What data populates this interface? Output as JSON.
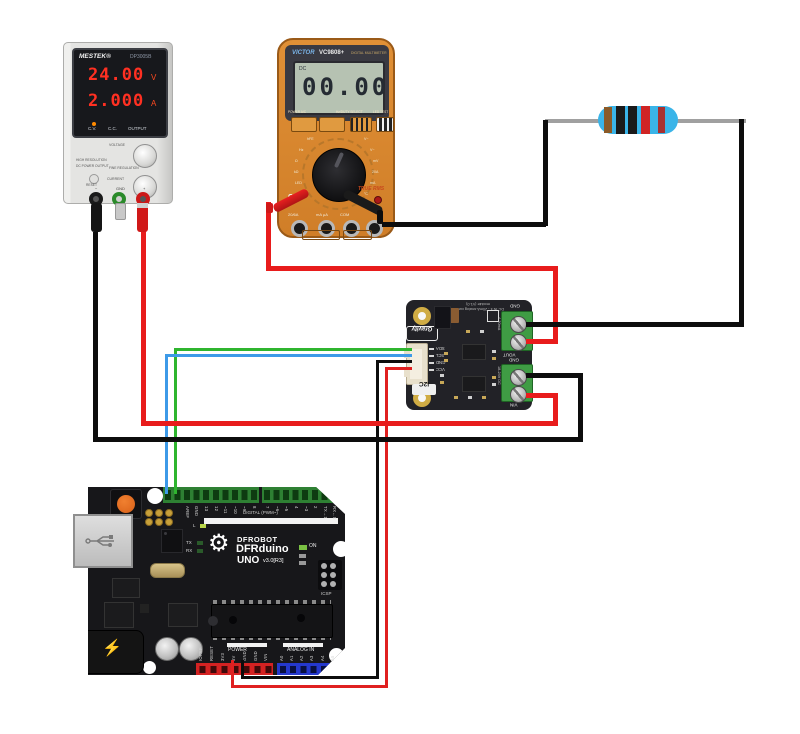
{
  "psu": {
    "brand": "MESTEK®",
    "model": "DP3005B",
    "voltage": "24.00",
    "voltage_unit": "V",
    "current": "2.000",
    "current_unit": "A",
    "cv": "C.V.",
    "cc": "C.C.",
    "output": "OUTPUT",
    "voltage_label": "VOLTAGE",
    "high_res": "HIGH RESOLUTION",
    "dc_out": "DC POWER OUTPUT",
    "fine_reg": "FINE REGULATION",
    "current_label": "CURRENT",
    "reset": "RESET",
    "term_neg": "−",
    "term_gnd": "GND",
    "term_pos": "+"
  },
  "multimeter": {
    "brand": "VICTOR",
    "model": "VC9808+",
    "type": "DIGITAL MULTIMETER",
    "lcd": "00.00",
    "lcd_mode": "DC",
    "btn_captions": [
      "POWER A/C",
      "Hz/DUTY SELECT",
      "LED TEST"
    ],
    "ce": "CE",
    "true_rms": "TRUE RMS",
    "jacks": [
      "20/6A",
      "mA μA",
      "COM"
    ],
    "dial": [
      "hFE",
      "Hz",
      "Ω",
      "kΩ",
      "LED",
      "μA",
      "V~",
      "V−",
      "mV",
      "20A",
      "mA",
      "°C"
    ]
  },
  "sensor": {
    "heading1": "DC IN 4 - 20mA analog current",
    "heading2": "module (V1.0)",
    "brand": "Gravity",
    "iface": "I2C",
    "pins": [
      "SDA",
      "SCL",
      "GND",
      "VCC"
    ],
    "upper": {
      "gnd": "GND",
      "vout": "VOUT",
      "range": "4-20mA"
    },
    "lower": {
      "gnd": "GND",
      "vin": "VIN",
      "range": "18-24V DC"
    }
  },
  "arduino": {
    "brand": "DFROBOT",
    "product": "DFRduino",
    "series": "UNO",
    "version": "v3.0[R3]",
    "digital_caption": "DIGITAL (PWM~)",
    "power_caption": "POWER",
    "analog_caption": "ANALOG IN",
    "icsp": "ICSP",
    "on": "ON",
    "led_l": "L",
    "led_tx": "TX",
    "led_rx": "RX",
    "digital_left": [
      "",
      "",
      "AREF",
      "GND",
      "13",
      "12",
      "~11",
      "~10",
      "~9",
      "8"
    ],
    "digital_right": [
      "7",
      "~6",
      "~5",
      "4",
      "~3",
      "2",
      "TX→1",
      "RX←0"
    ],
    "power_pins": [
      "IOREF",
      "RESET",
      "3V3",
      "5V",
      "GND",
      "GND",
      "VIN"
    ],
    "analog_pins": [
      "A0",
      "A1",
      "A2",
      "A3",
      "A4",
      "A5"
    ]
  },
  "colors": {
    "wire_red": "#e81c1c",
    "wire_black": "#0d0d0d",
    "wire_green": "#2fb52f",
    "wire_blue": "#3d9ae8",
    "resistor_body": "#3ab4e8",
    "resistor_bands": [
      "#8a5a28",
      "#1a1a1a",
      "#1a1a1a",
      "#d02525",
      "#a83030"
    ],
    "psu_display_red": "#ff3022",
    "multimeter_orange": "#dd8c33",
    "arduino_header_green": "#2e8033",
    "power_header_red": "#d42222",
    "analog_header_blue": "#2438cc",
    "terminal_green": "#3f9c44"
  }
}
